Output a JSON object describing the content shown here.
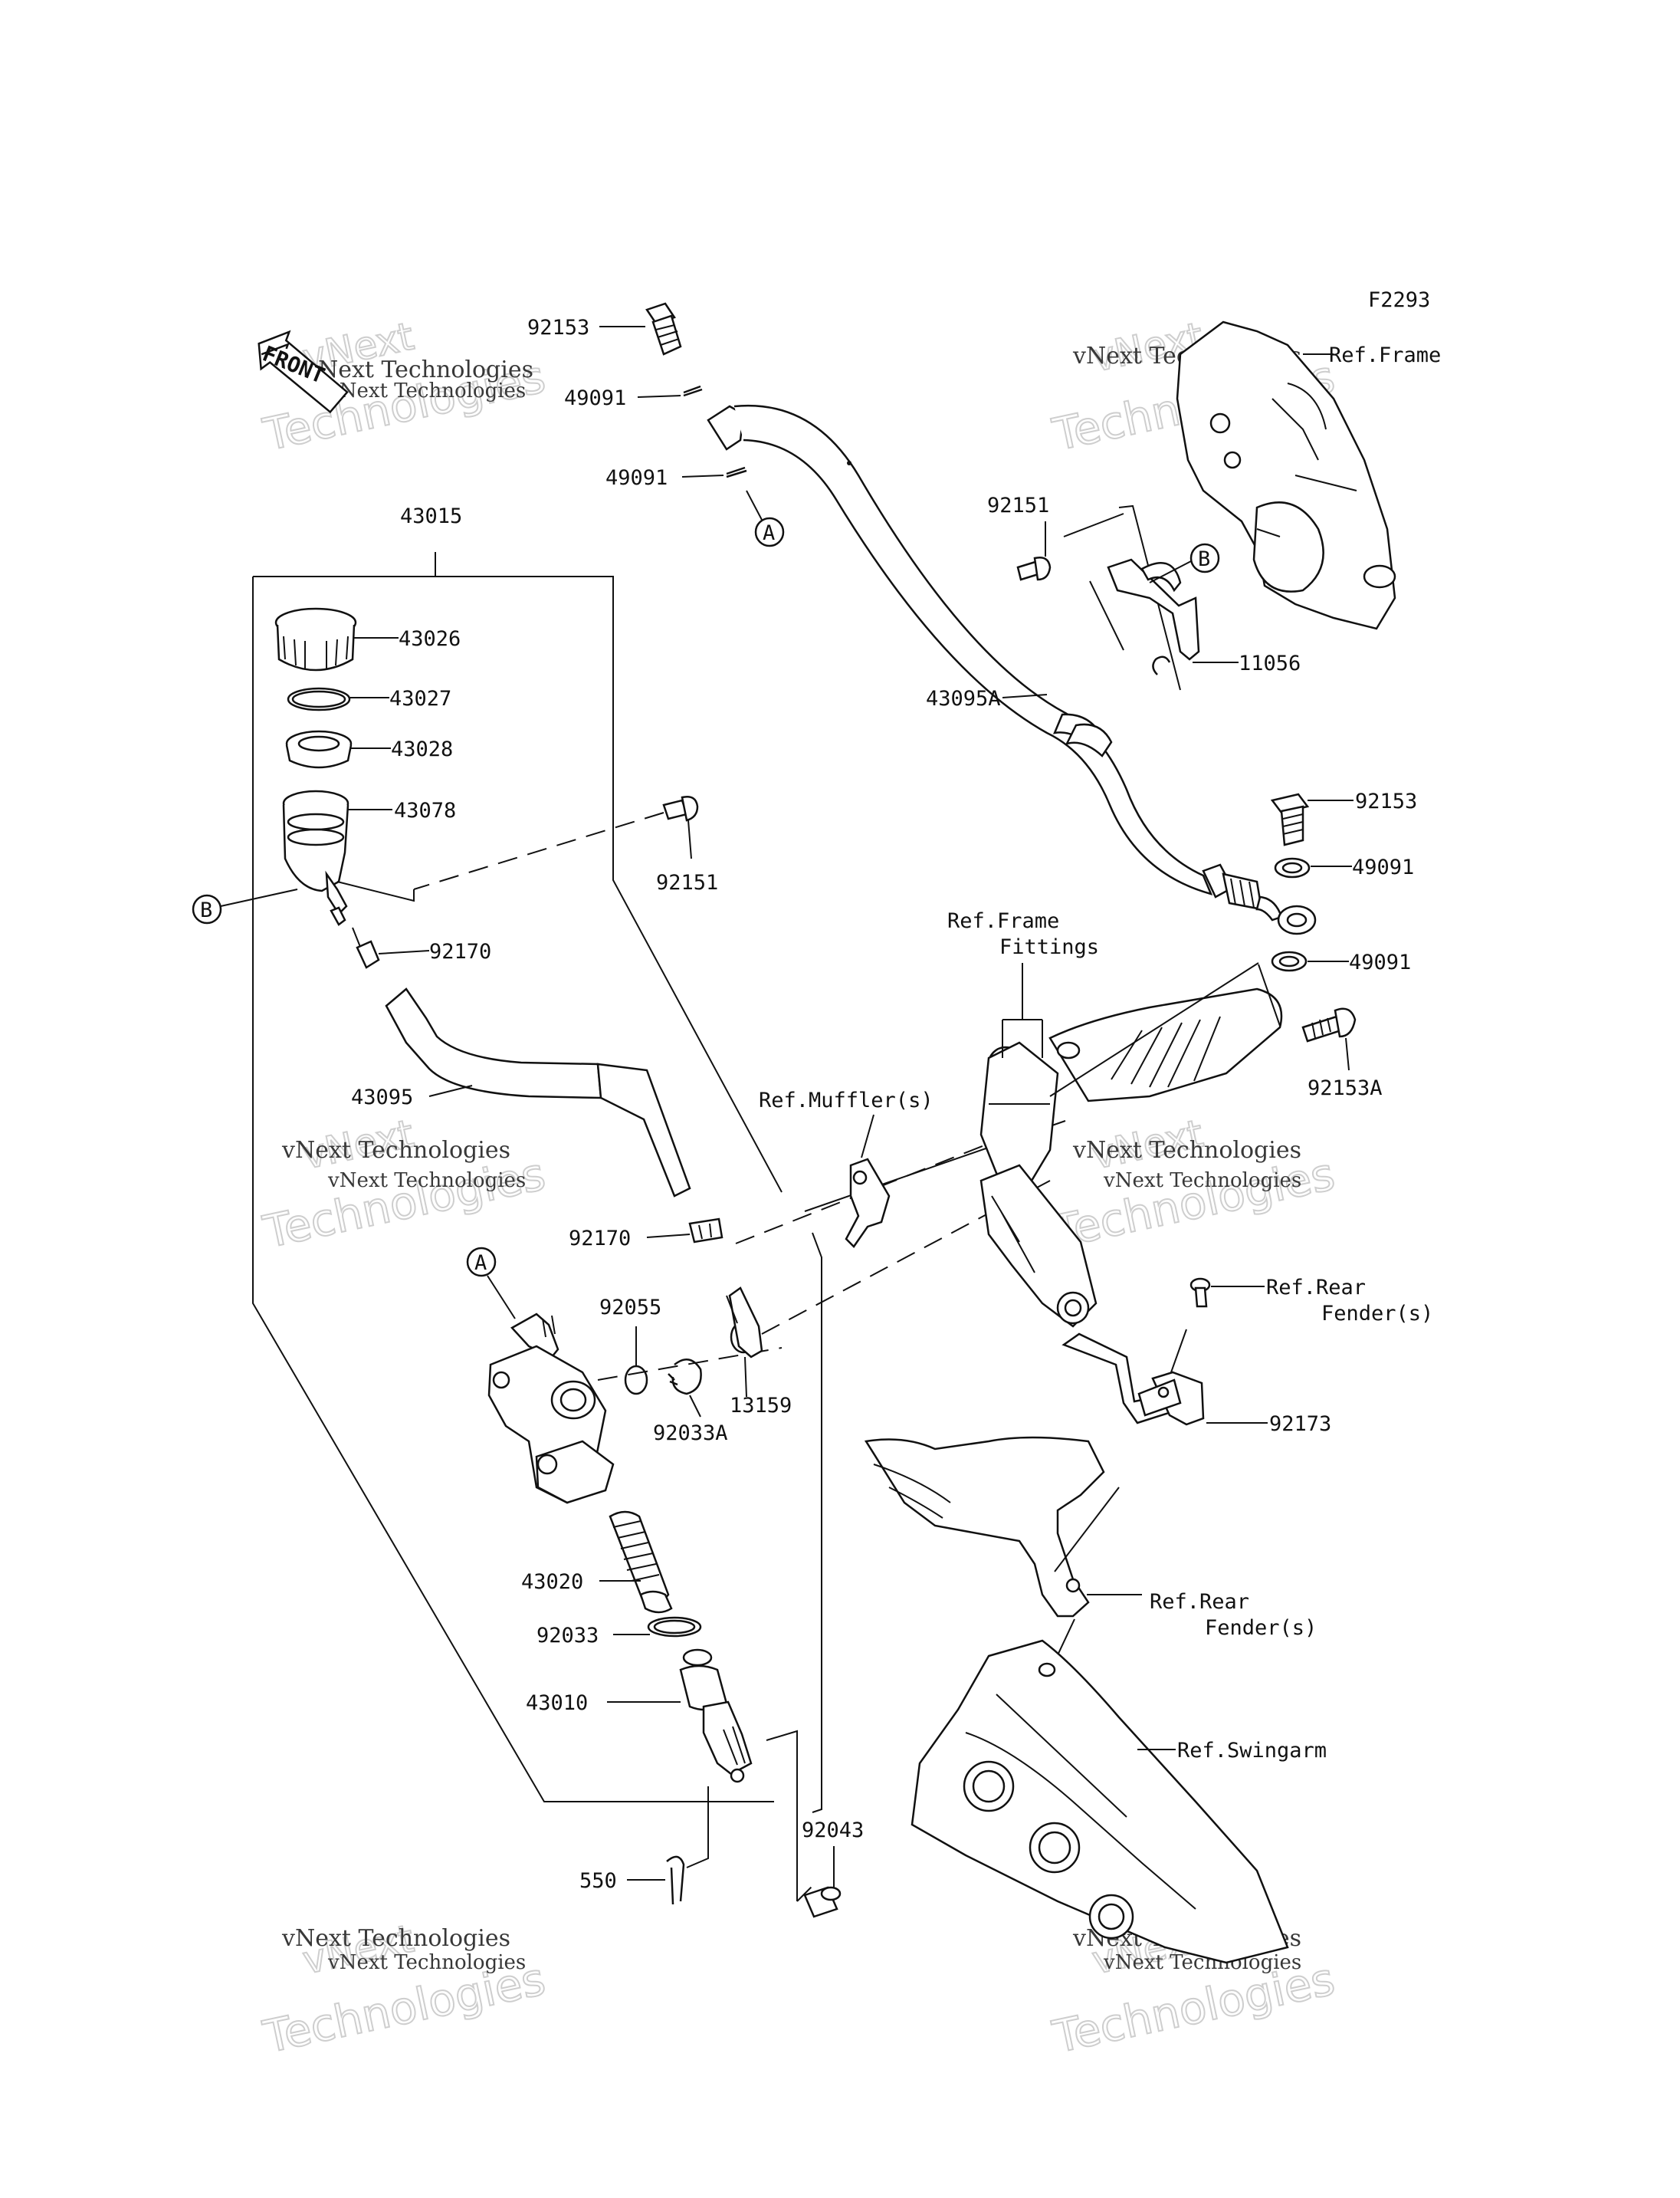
{
  "figure_code": "F2293",
  "front_label": "FRONT",
  "watermark": {
    "line1": "vNext Technologies",
    "line2": "Technologies",
    "line3": "vNext"
  },
  "callouts": {
    "A": "A",
    "B": "B"
  },
  "parts": {
    "p92153_top": "92153",
    "p49091_a": "49091",
    "p49091_b": "49091",
    "p43015": "43015",
    "p43026": "43026",
    "p43027": "43027",
    "p43028": "43028",
    "p43078": "43078",
    "p92151_left": "92151",
    "p92170_top": "92170",
    "p43095": "43095",
    "p92170_bot": "92170",
    "p92055": "92055",
    "p92033A": "92033A",
    "p13159": "13159",
    "p43020": "43020",
    "p92033": "92033",
    "p43010": "43010",
    "p550": "550",
    "p92043": "92043",
    "p92151_right": "92151",
    "p11056": "11056",
    "p43095A": "43095A",
    "p92153_right": "92153",
    "p49091_c": "49091",
    "p49091_d": "49091",
    "p92153A": "92153A",
    "p92173": "92173"
  },
  "refs": {
    "frame": "Ref.Frame",
    "frame_fittings_1": "Ref.Frame",
    "frame_fittings_2": "Fittings",
    "muffler": "Ref.Muffler(s)",
    "rear_fender_a1": "Ref.Rear",
    "rear_fender_a2": "Fender(s)",
    "rear_fender_b1": "Ref.Rear",
    "rear_fender_b2": "Fender(s)",
    "swingarm": "Ref.Swingarm"
  }
}
